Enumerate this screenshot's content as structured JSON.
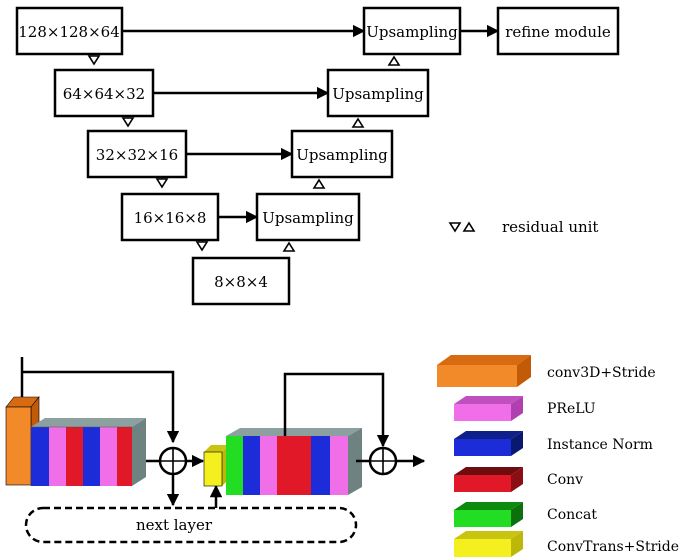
{
  "encoder": [
    {
      "id": "enc1",
      "label": "128×128×64"
    },
    {
      "id": "enc2",
      "label": "64×64×32"
    },
    {
      "id": "enc3",
      "label": "32×32×16"
    },
    {
      "id": "enc4",
      "label": "16×16×8"
    },
    {
      "id": "bottleneck",
      "label": "8×8×4"
    }
  ],
  "decoder": [
    {
      "id": "up1",
      "label": "Upsampling"
    },
    {
      "id": "up2",
      "label": "Upsampling"
    },
    {
      "id": "up3",
      "label": "Upsampling"
    },
    {
      "id": "up4",
      "label": "Upsampling"
    }
  ],
  "refine": {
    "label": "refine module"
  },
  "residual_legend": {
    "label": "residual unit"
  },
  "next_layer": {
    "label": "next layer"
  },
  "legend": [
    {
      "label": "conv3D+Stride",
      "color": "#f28a2a"
    },
    {
      "label": "PReLU",
      "color": "#f06ee8"
    },
    {
      "label": "Instance Norm",
      "color": "#1c2cd8"
    },
    {
      "label": "Conv",
      "color": "#e01828"
    },
    {
      "label": "Concat",
      "color": "#22dd22"
    },
    {
      "label": "ConvTrans+Stride",
      "color": "#f4f020"
    }
  ]
}
